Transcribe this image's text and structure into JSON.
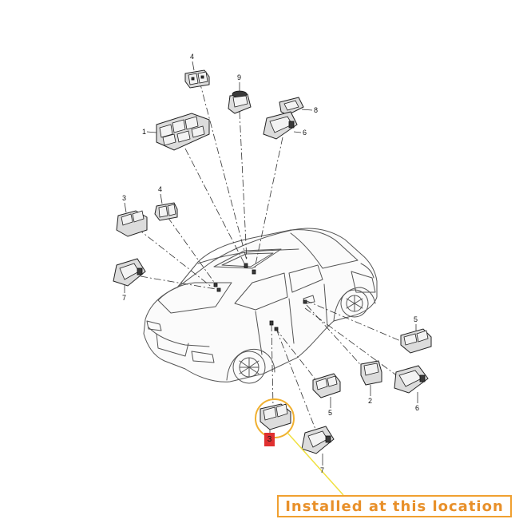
{
  "diagram": {
    "callout_text": "Installed at this location",
    "highlight_label": "3",
    "highlight_color": "#e03030",
    "callout_color": "#f0a030",
    "labels": [
      "4",
      "9",
      "8",
      "1",
      "6",
      "3",
      "4",
      "7",
      "5",
      "2",
      "5",
      "6",
      "7"
    ]
  }
}
